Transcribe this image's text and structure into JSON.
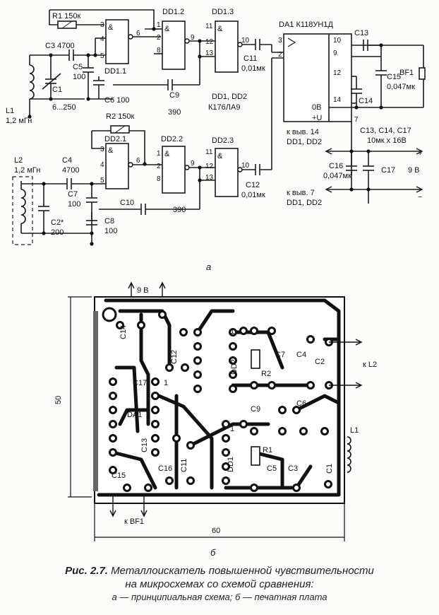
{
  "schematic": {
    "subfigure_label": "а",
    "components": {
      "R1": "R1 150к",
      "R2": "R2 150к",
      "C3": "C3 4700",
      "C4": "C4",
      "C4_val": "4700",
      "C5": "C5",
      "C5_val": "100",
      "C6": "C6 100",
      "C1": "C1",
      "C1_val": "6...250",
      "L1": "L1",
      "L1_val": "1,2 мГн",
      "L2": "L2",
      "L2_val": "1,2 мГн",
      "C7": "C7",
      "C7_val": "100",
      "C8": "C8",
      "C8_val": "100",
      "C2": "C2*",
      "C2_val": "200",
      "C9": "C9",
      "C9_val": "390",
      "C10": "C10",
      "C10_val": "390",
      "C11": "C11",
      "C11_val": "0,01мк",
      "C12": "C12",
      "C12_val": "0,01мк",
      "C13": "C13",
      "C14": "C14",
      "C15": "C15",
      "C15_val": "0,047мк",
      "C16": "C16",
      "C16_val": "0,047мк",
      "C17": "C17",
      "BF1": "BF1"
    },
    "gates": [
      "DD1.1",
      "DD1.2",
      "DD1.3",
      "DD2.1",
      "DD2.2",
      "DD2.3"
    ],
    "gate_symbol": "&",
    "chip_note_1": "DD1, DD2",
    "chip_note_2": "К176ЛА9",
    "amp_name": "DA1 К118УН1Д",
    "amp_pins": {
      "p0v": "0В",
      "pu": "+U"
    },
    "cap_note_1": "C13, C14, C17",
    "cap_note_2": "10мк х 16В",
    "power_plus_1": "к выв. 14",
    "power_plus_2": "DD1, DD2",
    "power_minus_1": "к выв. 7",
    "power_minus_2": "DD1, DD2",
    "voltage": "9 В",
    "plus_sign": "+",
    "minus_sign": "−",
    "pins": {
      "a1": "3",
      "a2": "4",
      "a3": "5",
      "a4": "6",
      "b1": "1",
      "b2": "2",
      "b3": "8",
      "b4": "9",
      "c1": "11",
      "c2": "12",
      "c3": "13",
      "c4": "10",
      "d1": "3",
      "d2": "2",
      "d3": "10",
      "d4": "9",
      "d5": "12",
      "d6": "14",
      "d7": "7"
    }
  },
  "pcb": {
    "subfigure_label": "б",
    "dim_height": "50",
    "dim_width": "60",
    "top_label": "9 В",
    "bottom_label": "к BF1",
    "right_label": "к L2",
    "labels": [
      "C14",
      "C12",
      "DD2",
      "C7",
      "C4",
      "C2",
      "R2",
      "C17",
      "DA1",
      "C9",
      "C6",
      "L1",
      "C13",
      "R1",
      "C5",
      "C3",
      "C1",
      "C15",
      "C16",
      "C11",
      "DD1"
    ],
    "pin1_a": "1",
    "pin1_b": "1",
    "pin1_c": "1"
  },
  "caption": {
    "fig_num": "Рис. 2.7.",
    "title_line1": "Металлоискатель повышенной чувствительности",
    "title_line2": "на микросхемах со схемой сравнения:",
    "parts": "а — принципиальная схема; б — печатная плата"
  }
}
